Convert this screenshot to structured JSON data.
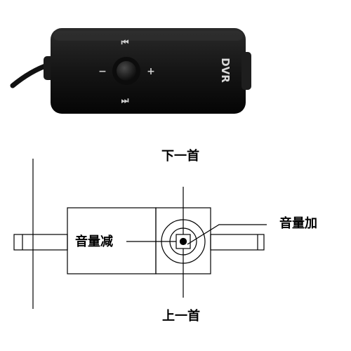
{
  "device": {
    "brand_label": "DVR",
    "minus_symbol": "−",
    "plus_symbol": "+",
    "prev_symbol": "⏮",
    "next_symbol": "⏭",
    "body_color": "#141414",
    "knob_color": "#262626"
  },
  "diagram": {
    "label_next_track": "下一首",
    "label_volume_down": "音量减",
    "label_volume_up": "音量加",
    "label_prev_track": "上一首"
  }
}
